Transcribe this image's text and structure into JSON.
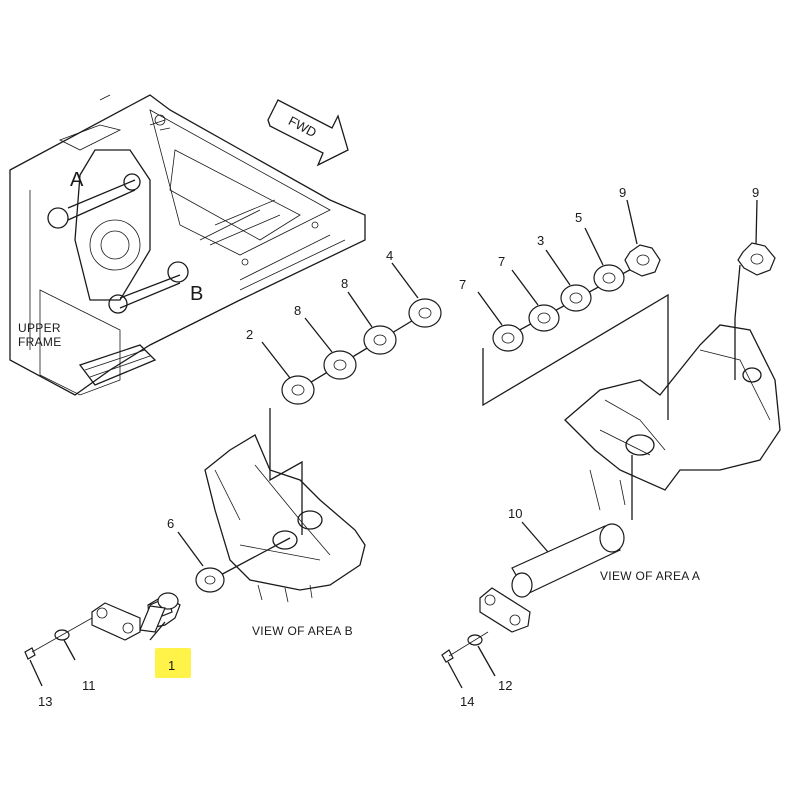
{
  "callouts": {
    "area_a": "A",
    "area_b": "B",
    "fwd": "FWD",
    "upper_frame_1": "UPPER",
    "upper_frame_2": "FRAME",
    "view_b": "VIEW OF AREA  B",
    "view_a": "VIEW OF AREA  A"
  },
  "part_numbers": {
    "p1": "1",
    "p2": "2",
    "p3": "3",
    "p4": "4",
    "p5": "5",
    "p6": "6",
    "p7_left": "7",
    "p7_right": "7",
    "p8_left": "8",
    "p8_right": "8",
    "p9_left": "9",
    "p9_right": "9",
    "p10": "10",
    "p11": "11",
    "p12": "12",
    "p13": "13",
    "p14": "14"
  },
  "highlight": {
    "part": "1",
    "color": "#fff34a"
  },
  "colors": {
    "line": "#1a1a1a",
    "background": "#ffffff"
  }
}
